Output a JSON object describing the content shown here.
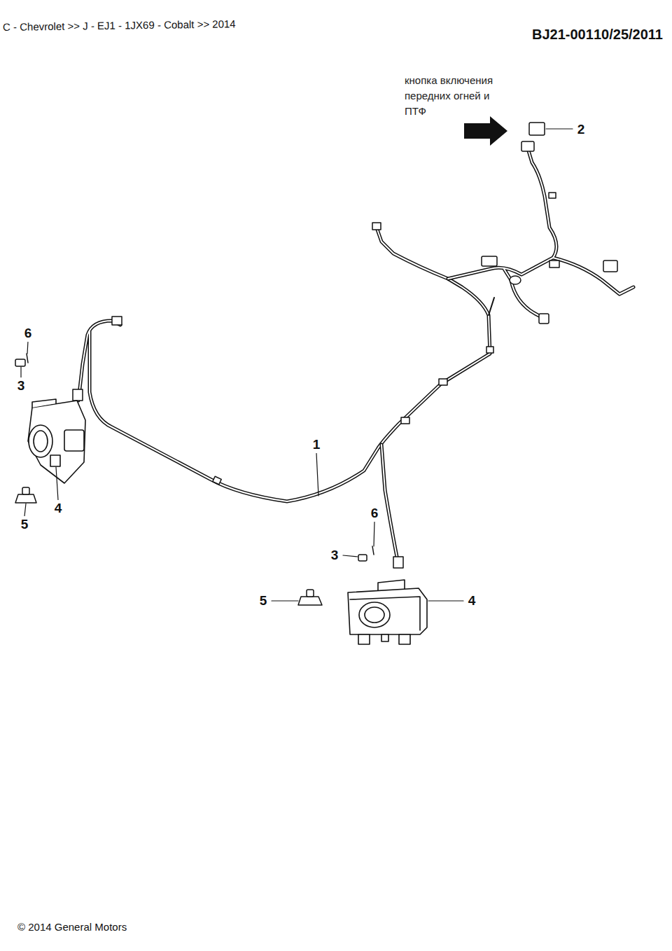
{
  "diagram": {
    "labels": [
      "C - Chevrolet >> J - EJ1 - 1JX69 - Cobalt >> 2014",
      "BJ21-001",
      "10/25/2011",
      "кнопка включения передних огней и ПТФ",
      "2",
      "6",
      "3",
      "4",
      "5",
      "1",
      "6",
      "3",
      "5",
      "4",
      "© 2014 General Motors"
    ]
  }
}
